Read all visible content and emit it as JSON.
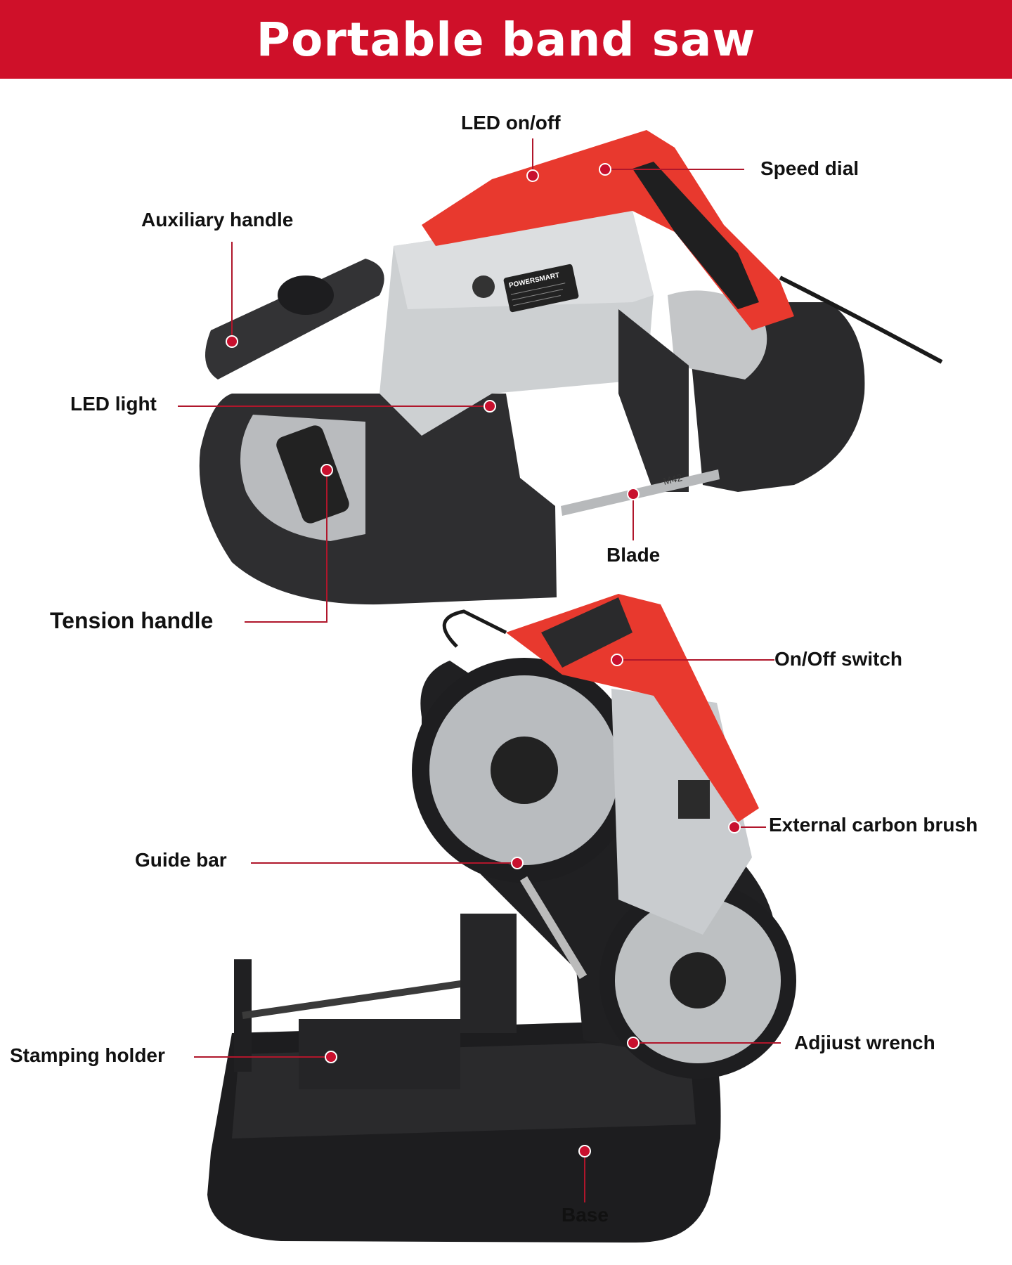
{
  "header": {
    "title": "Portable band saw"
  },
  "colors": {
    "brand_red": "#cf1029",
    "callout_line": "#b0162b",
    "callout_dot": "#c8102e"
  },
  "labels": {
    "led_on_off": "LED on/off",
    "speed_dial": "Speed dial",
    "auxiliary_handle": "Auxiliary handle",
    "led_light": "LED light",
    "tension_handle": "Tension handle",
    "blade": "Blade",
    "on_off_switch": "On/Off switch",
    "external_carbon_brush": "External carbon brush",
    "guide_bar": "Guide bar",
    "stamping_holder": "Stamping holder",
    "adjust_wrench": "Adjiust wrench",
    "base": "Base"
  },
  "product": {
    "brand_mark": "POWERSMART",
    "blade_mark": "M42"
  }
}
